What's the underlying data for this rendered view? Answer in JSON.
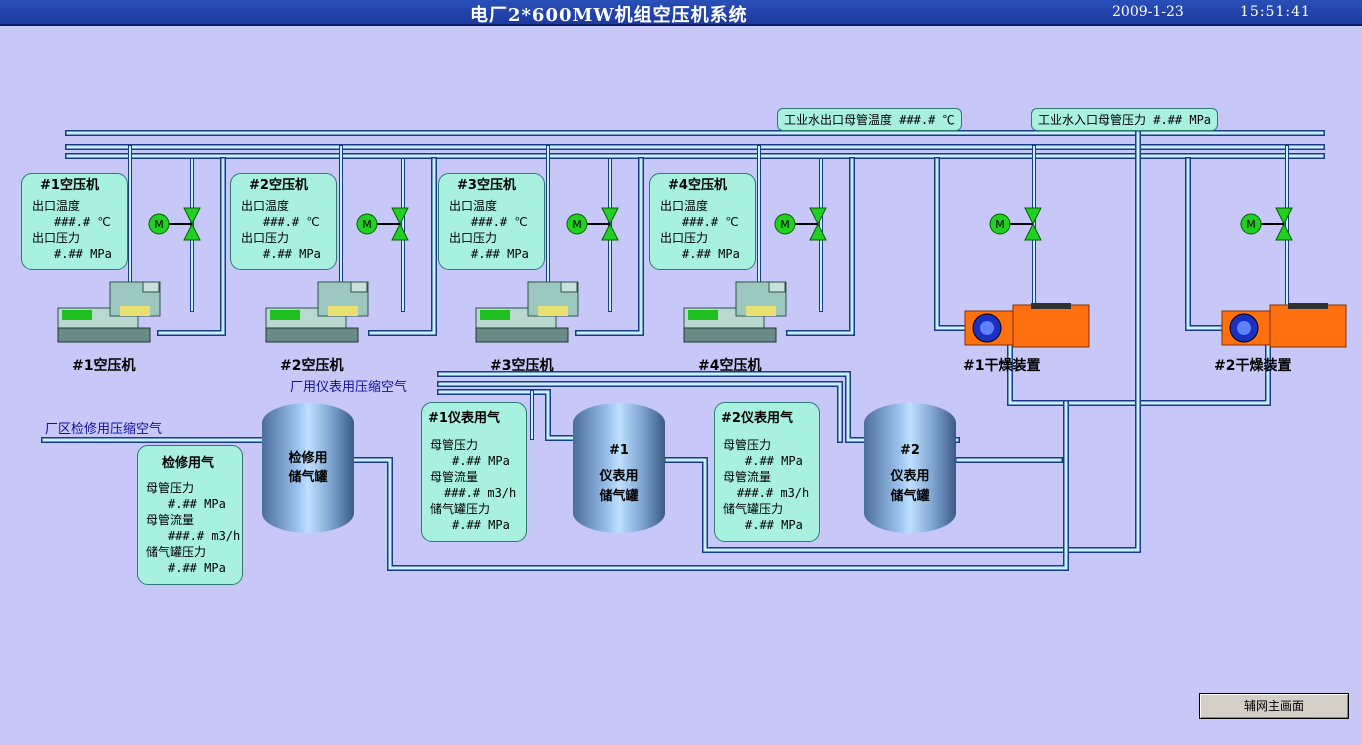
{
  "header": {
    "title": "电厂2*600MW机组空压机系统",
    "date": "2009-1-23",
    "time": "15:51:41"
  },
  "headers_tags": {
    "water_out_temp": "工业水出口母管温度  ###.# ℃",
    "water_in_press": "工业水入口母管压力  #.## MPa"
  },
  "compressors": [
    {
      "title": "#1空压机",
      "l1": "出口温度",
      "v1": "###.# ℃",
      "l2": "出口压力",
      "v2": "#.## MPa",
      "name": "#1空压机"
    },
    {
      "title": "#2空压机",
      "l1": "出口温度",
      "v1": "###.# ℃",
      "l2": "出口压力",
      "v2": "#.## MPa",
      "name": "#2空压机"
    },
    {
      "title": "#3空压机",
      "l1": "出口温度",
      "v1": "###.# ℃",
      "l2": "出口压力",
      "v2": "#.## MPa",
      "name": "#3空压机"
    },
    {
      "title": "#4空压机",
      "l1": "出口温度",
      "v1": "###.# ℃",
      "l2": "出口压力",
      "v2": "#.## MPa",
      "name": "#4空压机"
    }
  ],
  "dryers": [
    "#1干燥装置",
    "#2干燥装置"
  ],
  "motor_symbol": "M",
  "air_lines": {
    "instrument": "厂用仪表用压缩空气",
    "service": "厂区检修用压缩空气"
  },
  "tanks": {
    "service": {
      "line1": "检修用",
      "line2": "储气罐"
    },
    "inst1": {
      "line1": "#1",
      "line2": "仪表用",
      "line3": "储气罐"
    },
    "inst2": {
      "line1": "#2",
      "line2": "仪表用",
      "line3": "储气罐"
    }
  },
  "service_panel": {
    "title": "检修用气",
    "l1": "母管压力",
    "v1": "#.## MPa",
    "l2": "母管流量",
    "v2": "###.# m3/h",
    "l3": "储气罐压力",
    "v3": "#.## MPa"
  },
  "inst1_panel": {
    "title": "#1仪表用气",
    "l1": "母管压力",
    "v1": "#.## MPa",
    "l2": "母管流量",
    "v2": "###.# m3/h",
    "l3": "储气罐压力",
    "v3": "#.## MPa"
  },
  "inst2_panel": {
    "title": "#2仪表用气",
    "l1": "母管压力",
    "v1": "#.## MPa",
    "l2": "母管流量",
    "v2": "###.# m3/h",
    "l3": "储气罐压力",
    "v3": "#.## MPa"
  },
  "nav": {
    "main_button": "辅网主画面"
  },
  "colors": {
    "pipe_fill": "#c8f0ff",
    "pipe_edge": "#1a3a8a",
    "valve": "#22d022",
    "dryer": "#ff7010",
    "panel": "#a8f0e0"
  }
}
